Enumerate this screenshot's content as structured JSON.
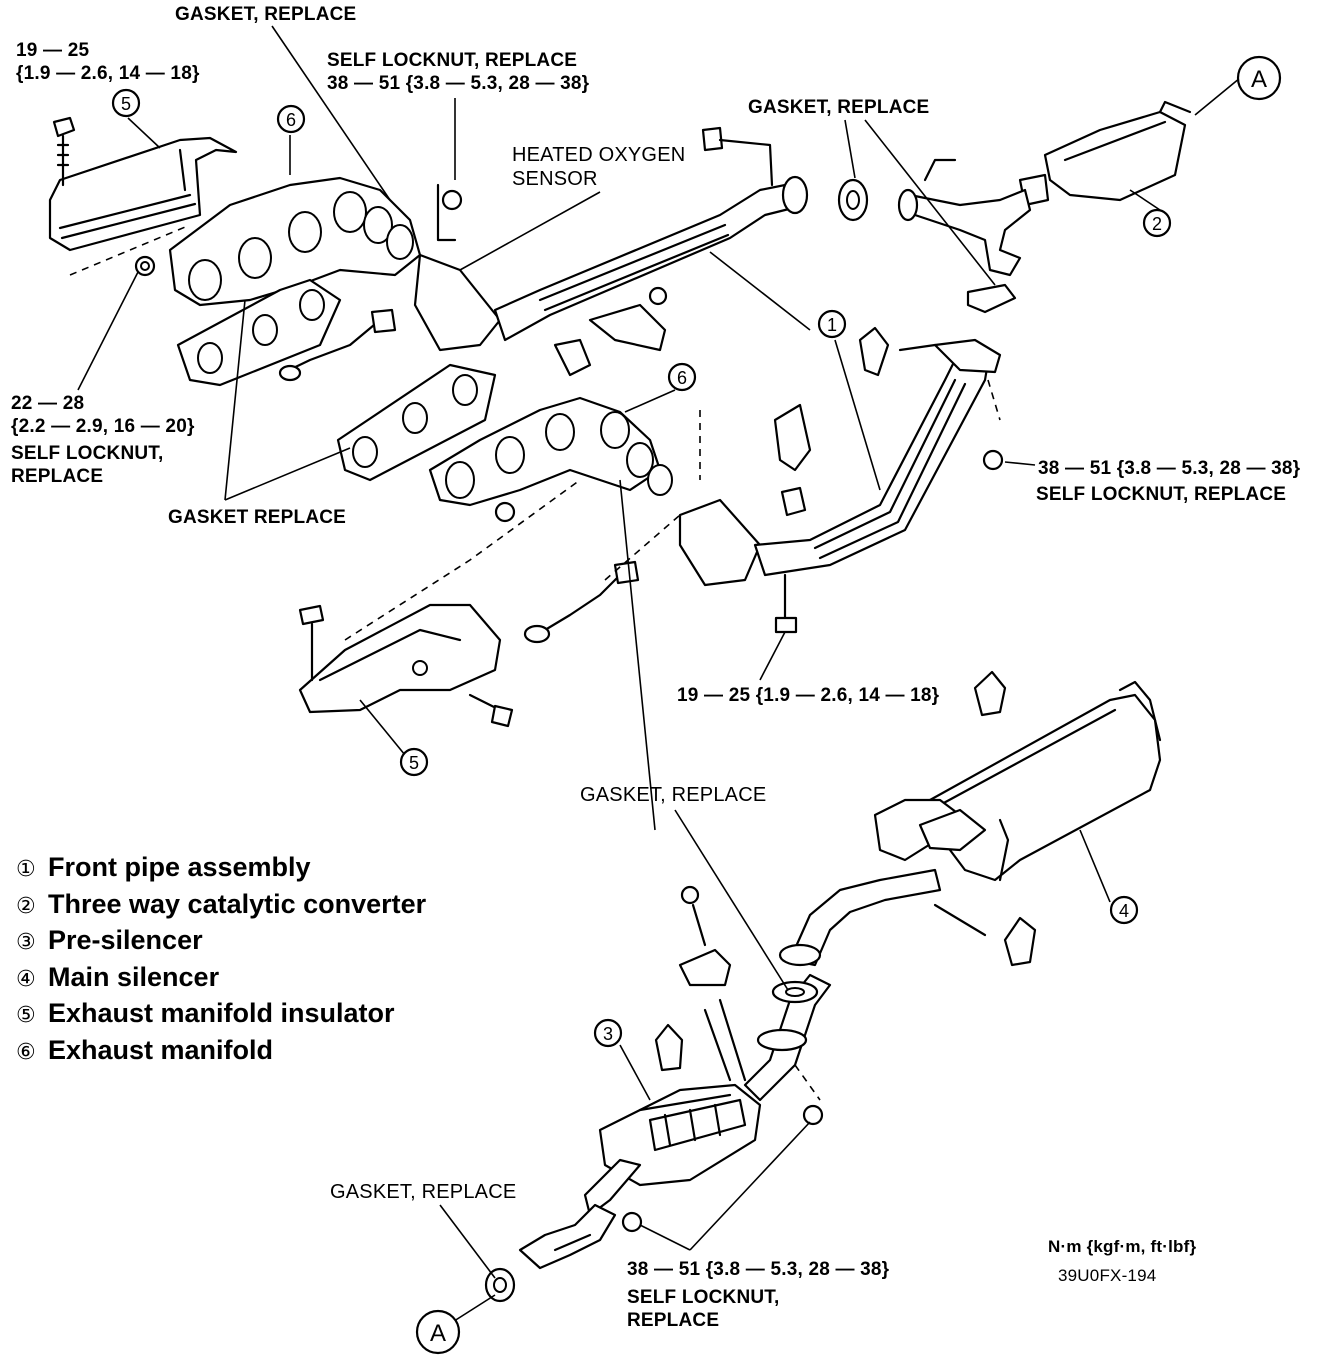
{
  "labels": {
    "gasket_top": "GASKET, REPLACE",
    "torque_bolt_tl_1": "19 — 25",
    "torque_bolt_tl_2": "{1.9 — 2.6, 14 — 18}",
    "locknut_top_1": "SELF LOCKNUT, REPLACE",
    "locknut_top_2": "38 — 51 {3.8 — 5.3, 28 — 38}",
    "ho2s_1": "HEATED OXYGEN",
    "ho2s_2": "SENSOR",
    "gasket_top_right": "GASKET, REPLACE",
    "torque_nut_left_1": "22 — 28",
    "torque_nut_left_2": "{2.2 — 2.9, 16 — 20}",
    "locknut_left_1": "SELF LOCKNUT,",
    "locknut_left_2": "REPLACE",
    "gasket_replace_mid": "GASKET REPLACE",
    "torque_right_1": "38 — 51 {3.8 — 5.3, 28 — 38}",
    "torque_right_2": "SELF LOCKNUT, REPLACE",
    "torque_bolt_mid": "19 — 25 {1.9 — 2.6, 14 — 18}",
    "gasket_center": "GASKET, REPLACE",
    "gasket_bottom": "GASKET, REPLACE",
    "locknut_bottom_1": "38 — 51 {3.8 — 5.3, 28 — 38}",
    "locknut_bottom_2": "SELF LOCKNUT,",
    "locknut_bottom_3": "REPLACE",
    "units": "N·m {kgf·m, ft·lbf}",
    "figure_code": "39U0FX-194"
  },
  "callouts": {
    "a_top": "A",
    "a_bottom": "A",
    "c1": "1",
    "c2": "2",
    "c3": "3",
    "c4": "4",
    "c5_top": "5",
    "c5_bottom": "5",
    "c6_top": "6",
    "c6_mid": "6"
  },
  "legend": [
    {
      "num": "①",
      "text": "Front pipe assembly"
    },
    {
      "num": "②",
      "text": "Three way catalytic converter"
    },
    {
      "num": "③",
      "text": "Pre-silencer"
    },
    {
      "num": "④",
      "text": "Main silencer"
    },
    {
      "num": "⑤",
      "text": "Exhaust manifold insulator"
    },
    {
      "num": "⑥",
      "text": "Exhaust manifold"
    }
  ]
}
